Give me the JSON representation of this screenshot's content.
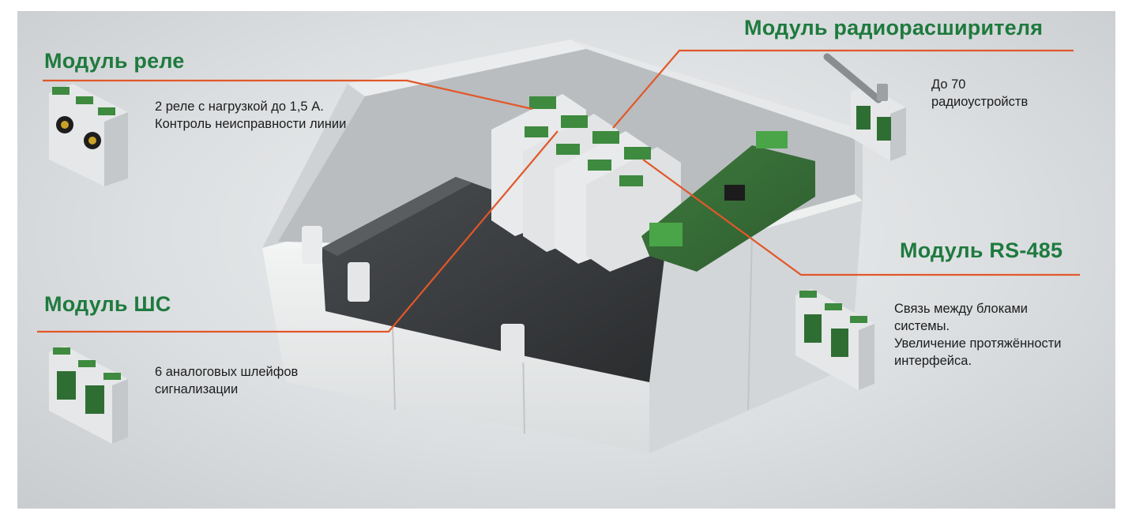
{
  "modules": {
    "relay": {
      "title": "Модуль реле",
      "lines": [
        "2 реле с нагрузкой до 1,5 А.",
        "Контроль неисправности линии"
      ]
    },
    "radio": {
      "title": "Модуль радиорасширителя",
      "lines": [
        "До 70",
        "радиоустройств"
      ]
    },
    "rs485": {
      "title": "Модуль RS-485",
      "lines": [
        "Связь между блоками",
        "системы.",
        "Увеличение протяжённости",
        "интерфейса."
      ]
    },
    "loop": {
      "title": "Модуль ШС",
      "lines": [
        "6 аналоговых шлейфов",
        "сигнализации"
      ]
    }
  },
  "colors": {
    "title_green": "#1e7a3e",
    "leader_orange": "#e2572a",
    "text_dark": "#1c1c1c"
  }
}
